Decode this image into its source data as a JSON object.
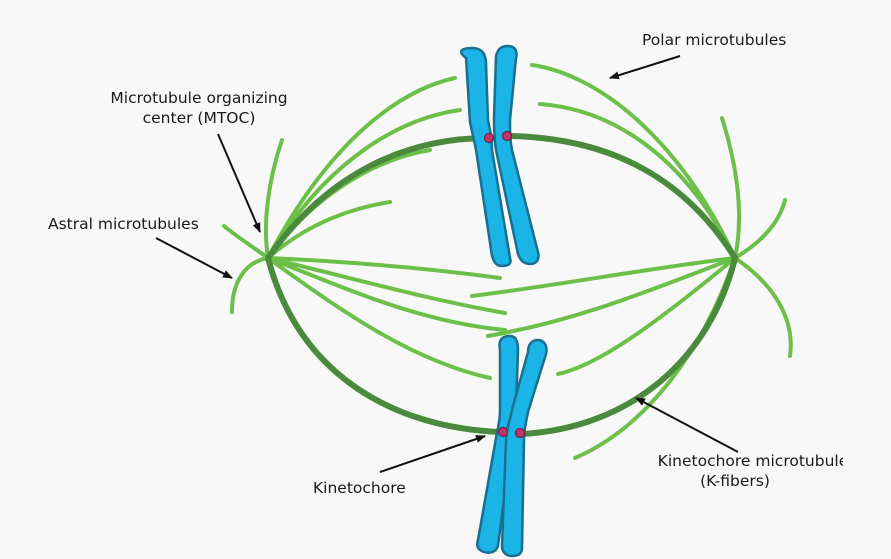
{
  "colors": {
    "background": "#f8f8f8",
    "polar_microtubule": "#6cc04a",
    "kinetochore_fiber": "#4a8a3c",
    "chromosome_fill": "#1ab4e6",
    "chromosome_stroke": "#1a6e8e",
    "kinetochore": "#c0366a",
    "arrow": "#111111"
  },
  "labels": {
    "polar_microtubules": "Polar microtubules",
    "mtoc_line1": "Microtubule organizing",
    "mtoc_line2": "center (MTOC)",
    "astral_microtubules": "Astral microtubules",
    "kinetochore": "Kinetochore",
    "kinetochore_microtubules_line1": "Kinetochore microtubules",
    "kinetochore_microtubules_line2": "(K-fibers)"
  },
  "structures": {
    "left_pole_icon": "mtoc-pole",
    "right_pole_icon": "mtoc-pole",
    "top_chromosome_icon": "chromosome",
    "bottom_chromosome_icon": "chromosome"
  }
}
